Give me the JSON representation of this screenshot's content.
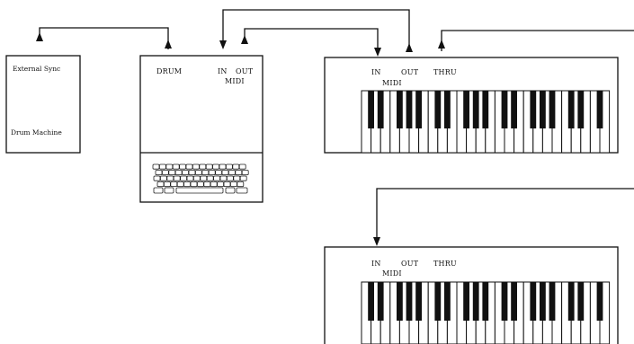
{
  "devices": {
    "drum_machine": {
      "sync_label": "External Sync",
      "name_label": "Drum Machine"
    },
    "computer": {
      "drum_label": "DRUM",
      "in_label": "IN",
      "out_label": "OUT",
      "midi_label": "MIDI"
    },
    "keyboard_1": {
      "in_label": "IN",
      "out_label": "OUT",
      "thru_label": "THRU",
      "midi_label": "MIDI"
    },
    "keyboard_2": {
      "in_label": "IN",
      "out_label": "OUT",
      "thru_label": "THRU",
      "midi_label": "MIDI"
    }
  }
}
